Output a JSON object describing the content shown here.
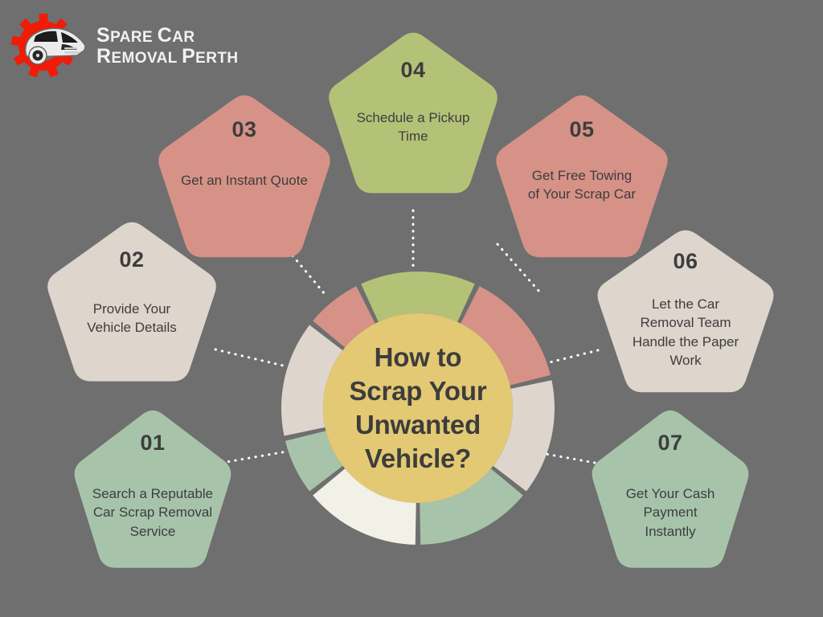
{
  "background_color": "#6f6f6f",
  "logo": {
    "icon": "gear-car-logo-icon",
    "gear_color": "#f01c08",
    "car_color": "#e8e8e8",
    "line1_lead": "S",
    "line1_rest": "PARE ",
    "line1_lead2": "C",
    "line1_rest2": "AR",
    "line2_lead": "R",
    "line2_rest": "EMOVAL ",
    "line2_lead2": "P",
    "line2_rest2": "ERTH",
    "text_color": "#f2f2f2"
  },
  "center": {
    "title_lines": [
      "How to",
      "Scrap Your",
      "Unwanted",
      "Vehicle?"
    ],
    "disc_color": "#e3c973",
    "text_color": "#3d3d3d"
  },
  "chart_data": {
    "type": "pie",
    "title": "How to Scrap Your Unwanted Vehicle?",
    "legend_position": "around",
    "inner_radius": 118,
    "outer_radius": 170,
    "categories": [
      "01",
      "02",
      "03",
      "04",
      "05",
      "06",
      "07"
    ],
    "values": [
      14.2857,
      14.2857,
      14.2857,
      14.2857,
      14.2857,
      14.2857,
      14.2857
    ],
    "segment_colors": [
      "#a7c4ab",
      "#ded5cc",
      "#d69287",
      "#b4c277",
      "#d69287",
      "#ded5cc",
      "#a7c4ab"
    ],
    "ring_order_from_top_clockwise": [
      "04",
      "05",
      "06",
      "07",
      "01",
      "02",
      "03"
    ],
    "bottom_segment_color": "#f1f1e8"
  },
  "ring": {
    "gap_degrees": 2.2,
    "segments": [
      {
        "id": "seg-04",
        "color": "#b4c277",
        "start_deg": -25.7,
        "end_deg": 25.7
      },
      {
        "id": "seg-05",
        "color": "#d69287",
        "start_deg": 25.7,
        "end_deg": 77.1
      },
      {
        "id": "seg-06",
        "color": "#ded5cc",
        "start_deg": 77.1,
        "end_deg": 128.6
      },
      {
        "id": "seg-07",
        "color": "#a7c4ab",
        "start_deg": 128.6,
        "end_deg": 180.0
      },
      {
        "id": "seg-bottom",
        "color": "#f1f1e8",
        "start_deg": 180.0,
        "end_deg": 231.4
      },
      {
        "id": "seg-01",
        "color": "#a7c4ab",
        "start_deg": 231.4,
        "end_deg": 257.2
      },
      {
        "id": "seg-02",
        "color": "#ded5cc",
        "start_deg": 257.2,
        "end_deg": 308.6
      },
      {
        "id": "seg-03",
        "color": "#d69287",
        "start_deg": 308.6,
        "end_deg": 334.3
      }
    ]
  },
  "steps": [
    {
      "number": "01",
      "text": "Search a Reputable Car Scrap Removal Service",
      "color": "#a7c4ab",
      "name": "step-pentagon-01"
    },
    {
      "number": "02",
      "text": "Provide Your Vehicle Details",
      "color": "#ded5cc",
      "name": "step-pentagon-02"
    },
    {
      "number": "03",
      "text": "Get an Instant Quote",
      "color": "#d69287",
      "name": "step-pentagon-03"
    },
    {
      "number": "04",
      "text": "Schedule a Pickup Time",
      "color": "#b4c277",
      "name": "step-pentagon-04"
    },
    {
      "number": "05",
      "text": "Get Free Towing of Your Scrap Car",
      "color": "#d69287",
      "name": "step-pentagon-05"
    },
    {
      "number": "06",
      "text": "Let the Car Removal Team Handle the Paper Work",
      "color": "#ded5cc",
      "name": "step-pentagon-06"
    },
    {
      "number": "07",
      "text": "Get Your Cash Payment Instantly",
      "color": "#a7c4ab",
      "name": "step-pentagon-07"
    }
  ],
  "connector_color": "#ffffff"
}
